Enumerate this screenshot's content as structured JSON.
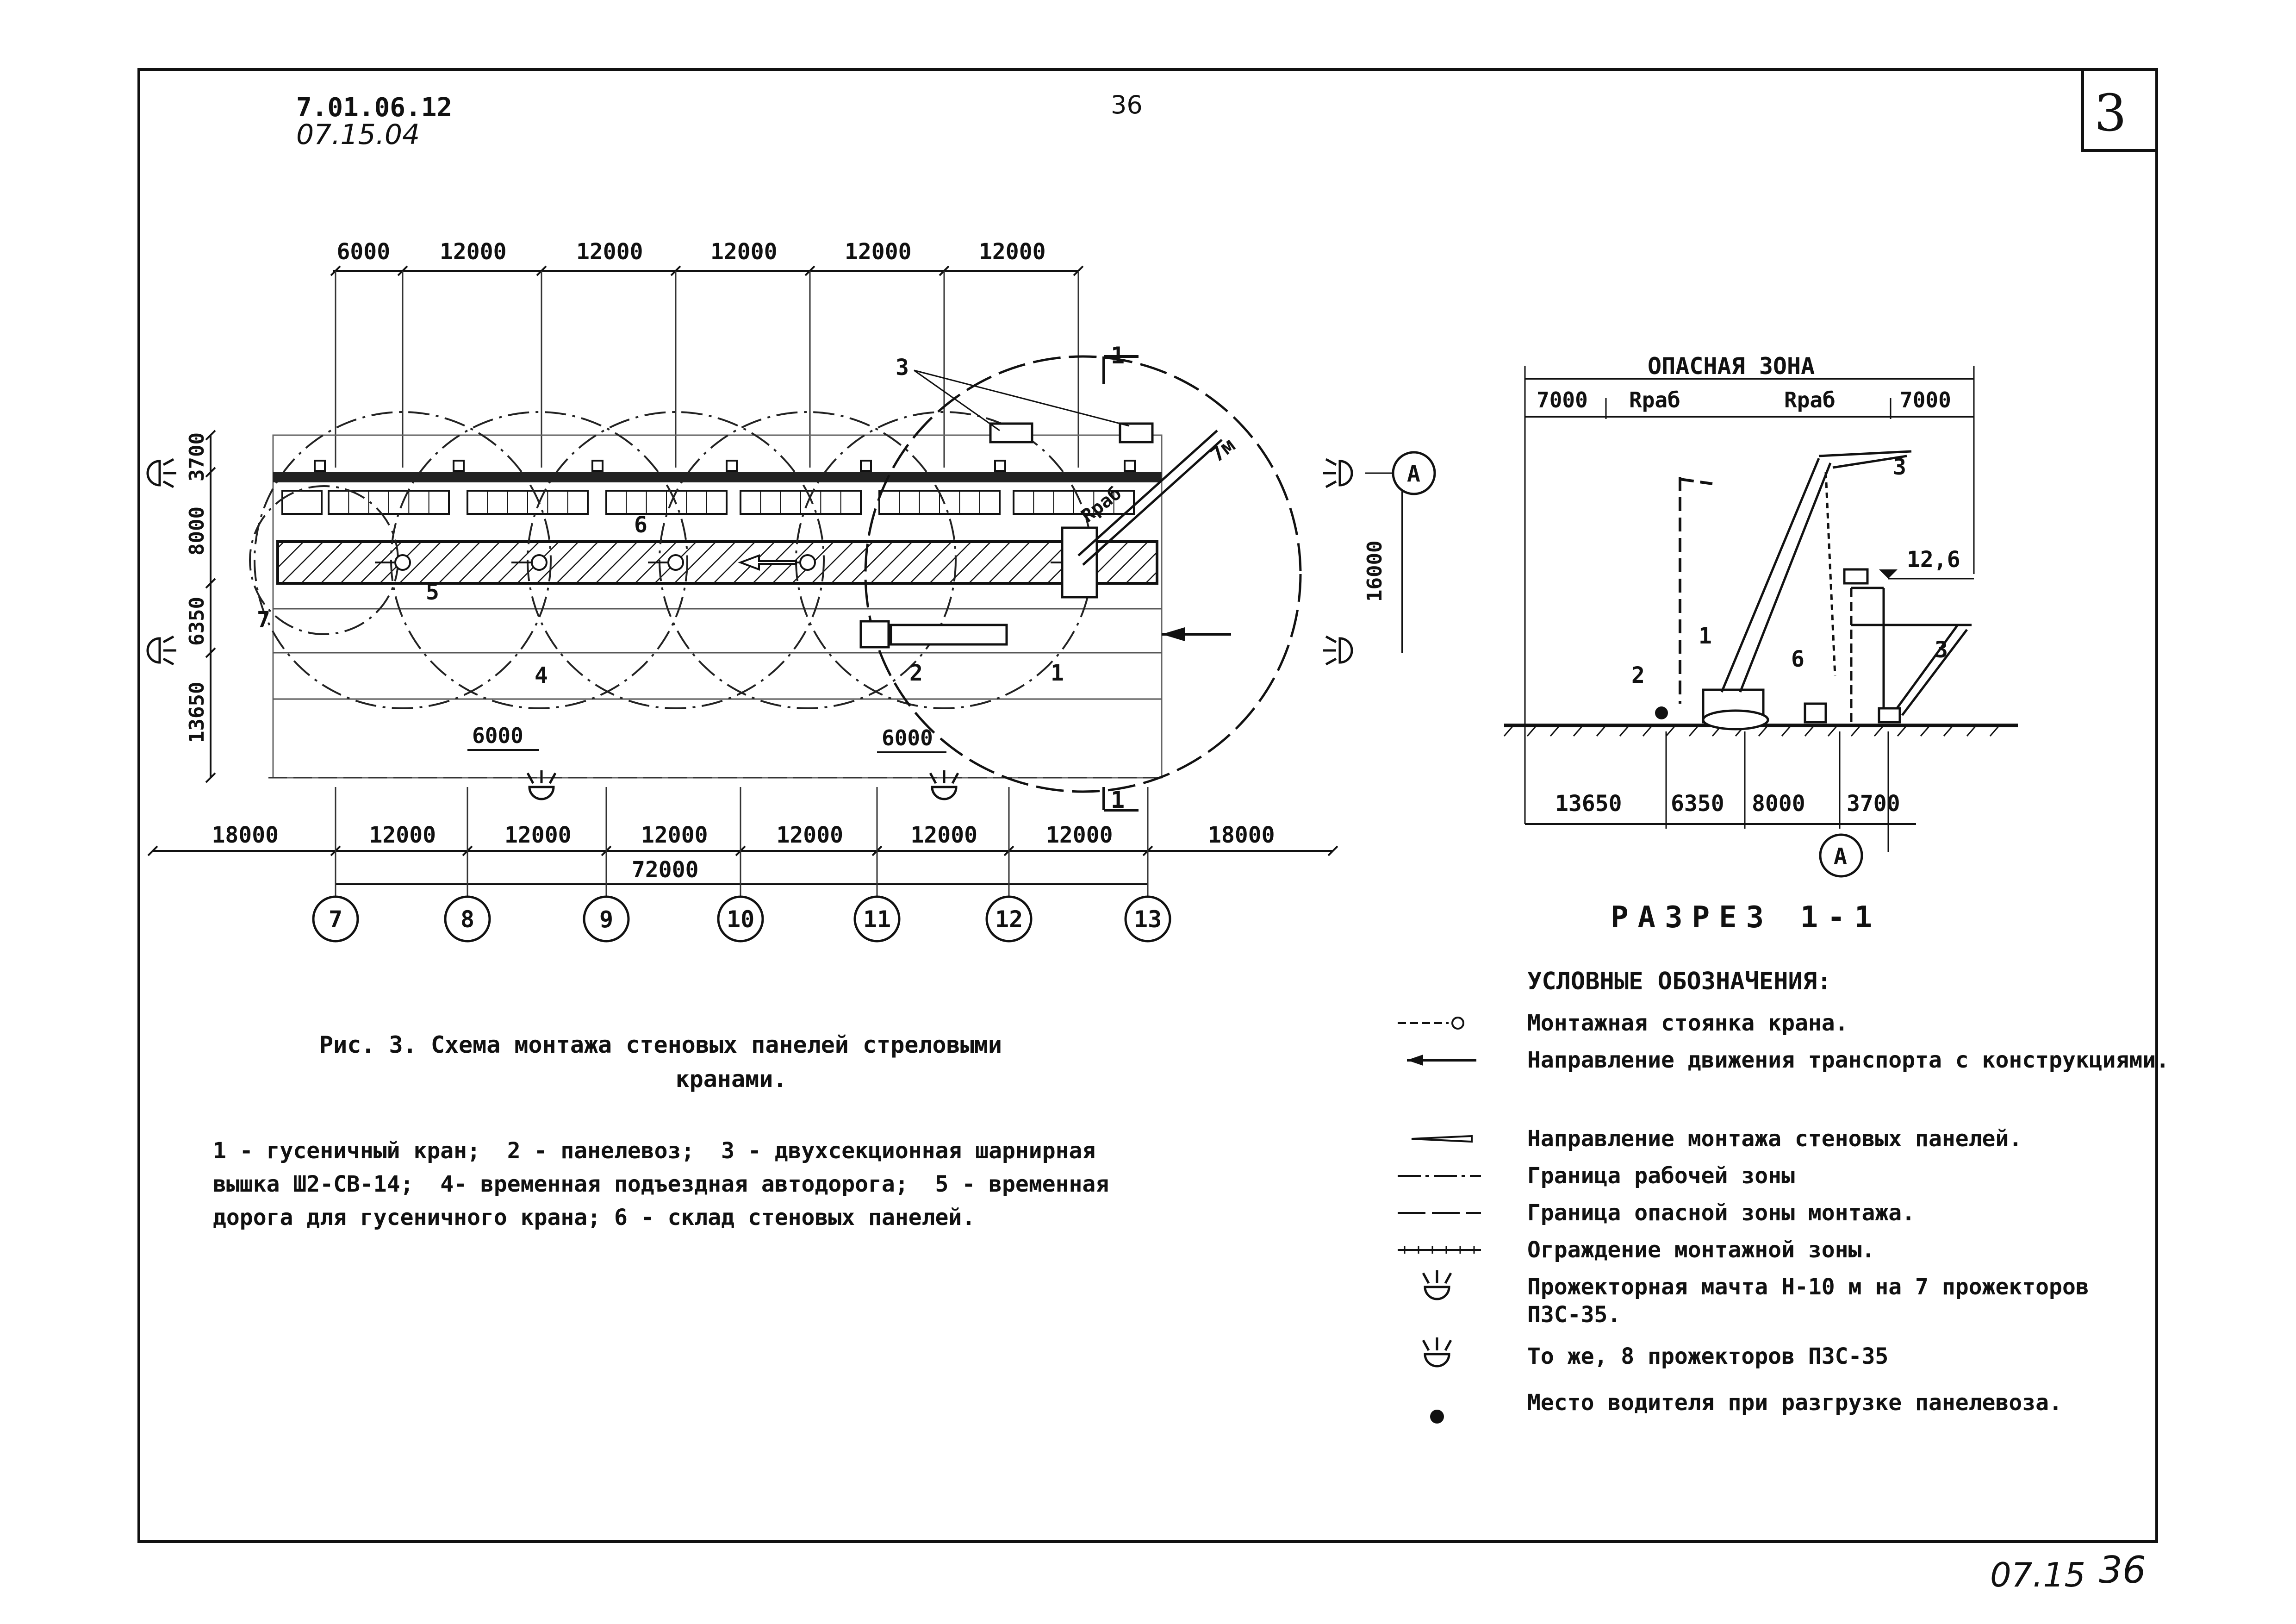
{
  "header": {
    "code": "7.01.06.12",
    "code_hand": "07.15.04",
    "page": "36",
    "sheet": "3"
  },
  "plan": {
    "top_dims": [
      "6000",
      "12000",
      "12000",
      "12000",
      "12000",
      "12000"
    ],
    "left_dims": [
      "3700",
      "8000",
      "6350",
      "13650"
    ],
    "right_dim": "16000",
    "bottom_dims": [
      "18000",
      "12000",
      "12000",
      "12000",
      "12000",
      "12000",
      "12000",
      "18000"
    ],
    "total_dim": "72000",
    "inner_dims": [
      "6000",
      "6000"
    ],
    "axes": [
      "7",
      "8",
      "9",
      "10",
      "11",
      "12",
      "13"
    ],
    "axis_a": "А",
    "section_mark": "1",
    "callouts": [
      "3",
      "6",
      "5",
      "4",
      "2",
      "1",
      "7",
      "Rраб",
      "7м"
    ]
  },
  "section": {
    "zone_label": "ОПАСНАЯ ЗОНА",
    "top_dims": [
      "7000",
      "Rраб",
      "Rраб",
      "7000"
    ],
    "height": "12,6",
    "bottom_dims": [
      "13650",
      "6350",
      "8000",
      "3700"
    ],
    "axis_a": "А",
    "callouts": [
      "1",
      "2",
      "6",
      "3",
      "3"
    ],
    "title": "РАЗРЕЗ 1-1"
  },
  "caption": {
    "line1": "Рис. 3. Схема монтажа стеновых панелей стреловыми",
    "line2": "кранами."
  },
  "notes": [
    "1 - гусеничный кран;",
    "2 - панелевоз;",
    "3 - двухсекционная шарнирная вышка Ш2-СВ-14;",
    "4- временная подъездная автодорога;",
    "5 - временная дорога для гусеничного крана;",
    "6 - склад стеновых панелей."
  ],
  "legend": {
    "title": "УСЛОВНЫЕ ОБОЗНАЧЕНИЯ:",
    "items": [
      "Монтажная стоянка крана.",
      "Направление движения транспорта с конструкциями.",
      "Направление монтажа стеновых панелей.",
      "Граница рабочей зоны",
      "Граница опасной зоны монтажа.",
      "Ограждение монтажной зоны.",
      "Прожекторная мачта Н-10 м на 7 прожекторов ПЗС-35.",
      "То же, 8 прожекторов ПЗС-35",
      "Место водителя при разгрузке панелевоза."
    ]
  },
  "footer": {
    "hand_code": "07.15",
    "hand_page": "36"
  },
  "icons": [
    "searchlight-mast-icon",
    "crane-stand-icon",
    "driver-place-icon",
    "arrow-icon"
  ]
}
